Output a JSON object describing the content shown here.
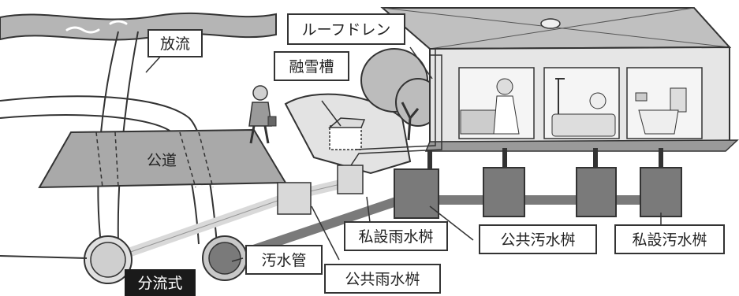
{
  "labels": {
    "houryu": "放流",
    "roof_drain": "ルーフドレン",
    "yusetsu": "融雪槽",
    "koudou": "公道",
    "shisetsu_usui": "私設雨水桝",
    "kokyo_osui": "公共汚水桝",
    "shisetsu_osui": "私設汚水桝",
    "osui_kan": "汚水管",
    "kokyo_usui": "公共雨水桝",
    "bunryu": "分流式"
  },
  "colors": {
    "pipe_light": "#d9d9d9",
    "pipe_dark": "#7a7a7a",
    "road": "#a9a9a9",
    "river": "#b5b5b5",
    "house_wall": "#e6e6e6",
    "outline": "#333333",
    "label_dark_bg": "#1a1a1a"
  }
}
